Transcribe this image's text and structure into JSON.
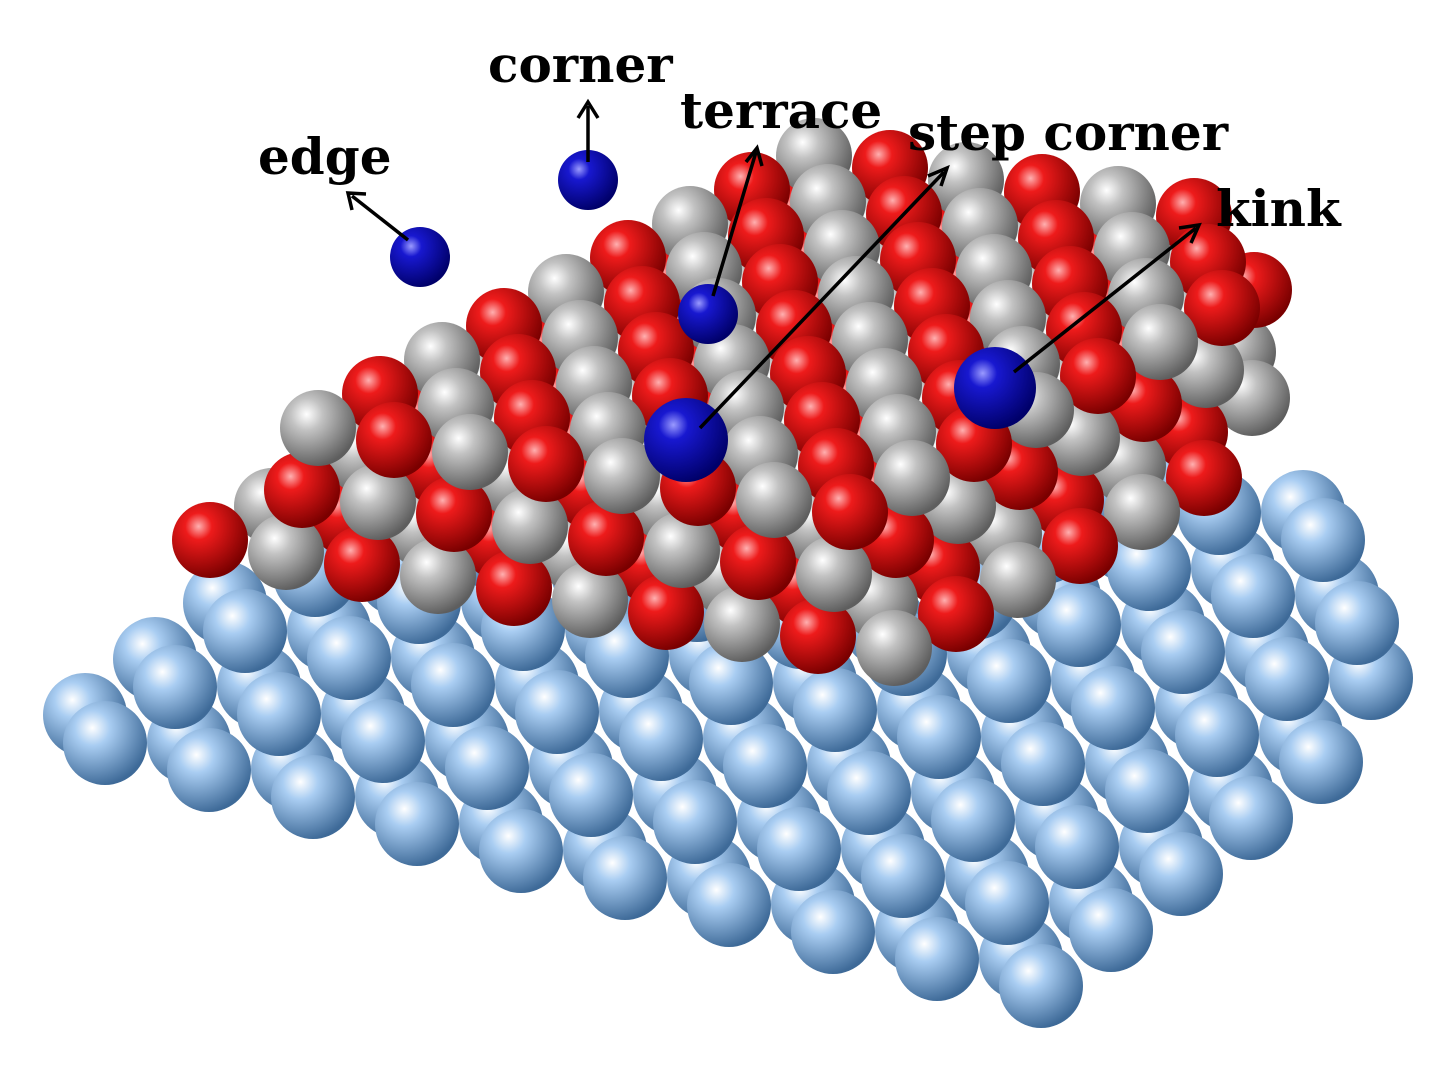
{
  "labels": {
    "corner": "corner",
    "edge": "edge",
    "terrace": "terrace",
    "step_corner": "step corner",
    "kink": "kink"
  },
  "colors": {
    "support_atom": "#9ec4ec",
    "oxide_red": "#e61414",
    "oxide_grey": "#bdbdbd",
    "site_blue": "#1a1acc",
    "arrow": "#000000"
  },
  "atoms": {
    "support_rows": 8,
    "support_cols": 10,
    "oxide_layers": 3,
    "oxide_rows": 9,
    "oxide_cols": 10
  }
}
